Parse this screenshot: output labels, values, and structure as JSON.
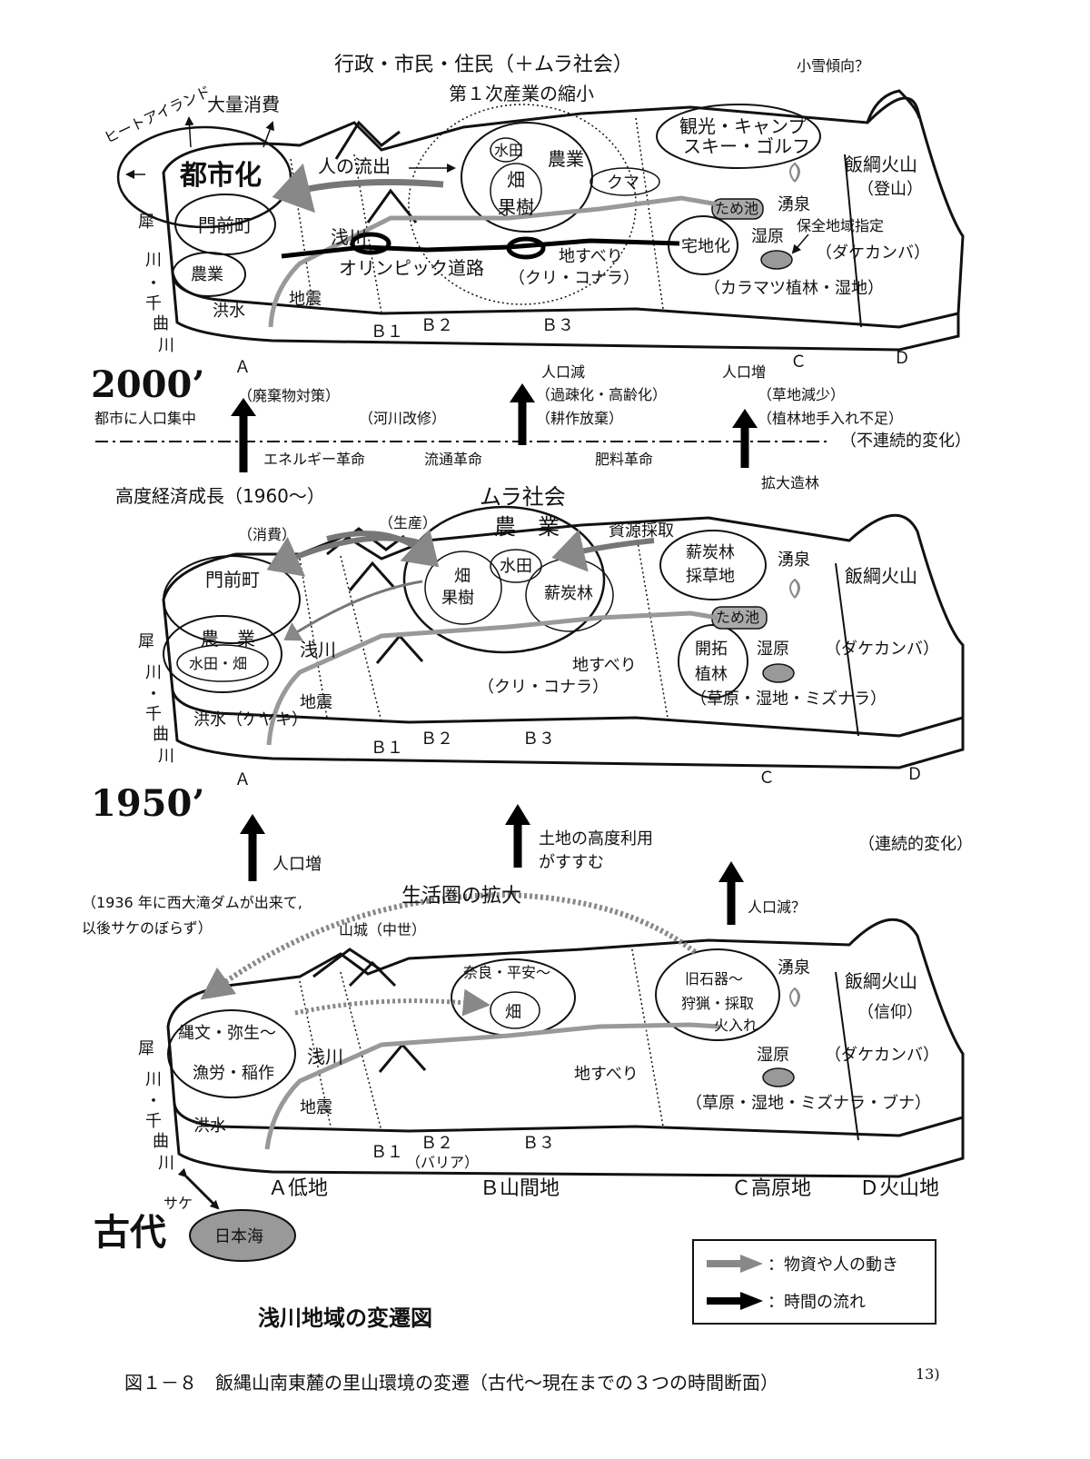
{
  "figure": {
    "title": "浅川地域の変遷図",
    "caption": "図１－８　飯縄山南東麓の里山環境の変遷（古代～現在までの３つの時間断面）",
    "caption_ref": "13)"
  },
  "legend": {
    "gray_arrow": "：物資や人の動き",
    "black_arrow": "：時間の流れ"
  },
  "colors": {
    "gray_arrow": "#888888",
    "black": "#000000",
    "fill_gray": "#999999"
  },
  "panel_2000": {
    "era": "2000’",
    "top_label": "行政・市民・住民（＋ムラ社会）",
    "snow": "小雪傾向？",
    "heat_island": "ヒートアイランド",
    "mass_consumption": "大量消費",
    "city": "都市化",
    "outflow": "人の流出",
    "primary_shrink": "第１次産業の縮小",
    "paddy": "水田",
    "agri": "農業",
    "field": "畑",
    "orchard": "果樹",
    "bear": "クマ",
    "tourism1": "観光・キャンプ",
    "tourism2": "スキー・ゴルフ",
    "volcano": "飯綱火山",
    "climb": "（登山）",
    "spring": "湧泉",
    "pond": "ため池",
    "monzen": "門前町",
    "agri_low": "農業",
    "asakawa": "浅川",
    "olympic": "オリンピック道路",
    "landslide": "地すべり",
    "chestnut": "（クリ・コナラ）",
    "housing": "宅地化",
    "wetland": "湿原",
    "protected": "保全地域指定",
    "birch": "（ダケカンバ）",
    "larch": "（カラマツ植林・湿地）",
    "quake": "地震",
    "flood": "洪水",
    "river": [
      "犀",
      "川",
      "・",
      "千",
      "曲",
      "川"
    ],
    "b1": "Ｂ１",
    "b2": "Ｂ２",
    "b3": "Ｂ３",
    "a": "Ａ",
    "c": "Ｃ",
    "d": "Ｄ"
  },
  "transition_upper": {
    "waste": "（廃棄物対策）",
    "city_pop": "都市に人口集中",
    "river_work": "（河川改修）",
    "pop_down": "人口減",
    "depop": "（過疎化・高齢化）",
    "abandon": "（耕作放棄）",
    "pop_up": "人口増",
    "grass_down": "（草地減少）",
    "plant_care": "（植林地手入れ不足）",
    "discontinuous": "（不連続的変化）",
    "energy": "エネルギー革命",
    "distribution": "流通革命",
    "fertilizer": "肥料革命",
    "growth": "高度経済成長（1960～）",
    "afforest": "拡大造林"
  },
  "panel_1950": {
    "era": "1950’",
    "village": "ムラ社会",
    "agri": "農　業",
    "consume": "（消費）",
    "produce": "（生産）",
    "resource": "資源採取",
    "monzen": "門前町",
    "agri_low": "農　業",
    "paddy_field": "水田・畑",
    "field": "畑",
    "orchard": "果樹",
    "paddy": "水田",
    "charcoal": "薪炭林",
    "charcoal2": "薪炭林",
    "meadow": "採草地",
    "spring": "湧泉",
    "volcano": "飯綱火山",
    "pond": "ため池",
    "reclaim": "開拓",
    "plant": "植林",
    "wetland": "湿原",
    "birch": "（ダケカンバ）",
    "asakawa": "浅川",
    "landslide": "地すべり",
    "chestnut": "（クリ・コナラ）",
    "grass": "（草原・湿地・ミズナラ）",
    "quake": "地震",
    "flood": "洪水（ケヤキ）",
    "river": [
      "犀",
      "川",
      "・",
      "千",
      "曲",
      "川"
    ],
    "b1": "Ｂ１",
    "b2": "Ｂ２",
    "b3": "Ｂ３",
    "a": "Ａ",
    "c": "Ｃ",
    "d": "Ｄ"
  },
  "transition_lower": {
    "pop_up": "人口増",
    "land_use1": "土地の高度利用",
    "land_use2": "がすすむ",
    "continuous": "（連続的変化）",
    "dam1": "（1936 年に西大滝ダムが出来て,",
    "dam2": "以後サケのぼらず）",
    "pop_down": "人口減？"
  },
  "panel_ancient": {
    "era": "古代",
    "life_expand": "生活圏の拡大",
    "castle": "山城（中世）",
    "nara": "奈良・平安～",
    "field": "畑",
    "paleo": "旧石器～",
    "hunting": "狩猟・採取",
    "burn": "火入れ",
    "spring": "湧泉",
    "volcano": "飯綱火山",
    "faith": "（信仰）",
    "jomon": "縄文・弥生～",
    "fishing": "漁労・稲作",
    "asakawa": "浅川",
    "landslide": "地すべり",
    "wetland": "湿原",
    "birch": "（ダケカンバ）",
    "grass": "（草原・湿地・ミズナラ・ブナ）",
    "quake": "地震",
    "flood": "洪水",
    "river": [
      "犀",
      "川",
      "・",
      "千",
      "曲",
      "川"
    ],
    "b1": "Ｂ１",
    "b2": "Ｂ２",
    "b3": "Ｂ３",
    "barrier": "（バリア）",
    "zone_a": "Ａ低地",
    "zone_b": "Ｂ山間地",
    "zone_c": "Ｃ高原地",
    "zone_d": "Ｄ火山地",
    "salmon": "サケ",
    "sea": "日本海"
  }
}
